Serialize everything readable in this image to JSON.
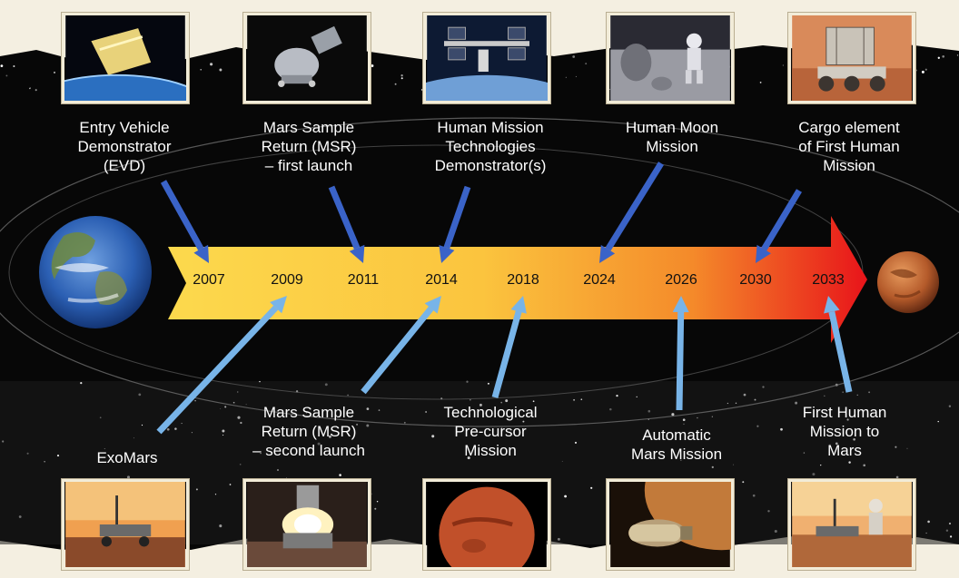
{
  "timeline": {
    "years": [
      "2007",
      "2009",
      "2011",
      "2014",
      "2018",
      "2024",
      "2026",
      "2030",
      "2033"
    ]
  },
  "upper_missions": [
    {
      "label": "Entry Vehicle\nDemonstrator\n(EVD)",
      "year": "2007",
      "photo": "entry-vehicle-image"
    },
    {
      "label": "Mars Sample\nReturn (MSR)\n– first launch",
      "year": "2011",
      "photo": "mars-sample-return-capsule-image"
    },
    {
      "label": "Human Mission\nTechnologies\nDemonstrator(s)",
      "year": "2014",
      "photo": "space-station-image"
    },
    {
      "label": "Human Moon\nMission",
      "year": "2024",
      "photo": "moon-astronaut-image"
    },
    {
      "label": "Cargo element\nof First Human\nMission",
      "year": "2030",
      "photo": "mars-habitat-rover-image"
    }
  ],
  "lower_missions": [
    {
      "label": "ExoMars",
      "year": "2009",
      "photo": "exomars-rover-image"
    },
    {
      "label": "Mars Sample\nReturn (MSR)\n– second launch",
      "year": "2014",
      "photo": "mars-ascent-vehicle-image"
    },
    {
      "label": "Technological\nPre-cursor\nMission",
      "year": "2018",
      "photo": "mars-globe-image"
    },
    {
      "label": "Automatic\nMars Mission",
      "year": "2026",
      "photo": "mars-orbiter-image"
    },
    {
      "label": "First Human\nMission to\nMars",
      "year": "2033",
      "photo": "astronaut-on-mars-image"
    }
  ],
  "colors": {
    "arrow_start": "#fbd24b",
    "arrow_end": "#e8141a",
    "upper_arrows": "#3a63c8",
    "lower_arrows": "#78b4e8"
  }
}
